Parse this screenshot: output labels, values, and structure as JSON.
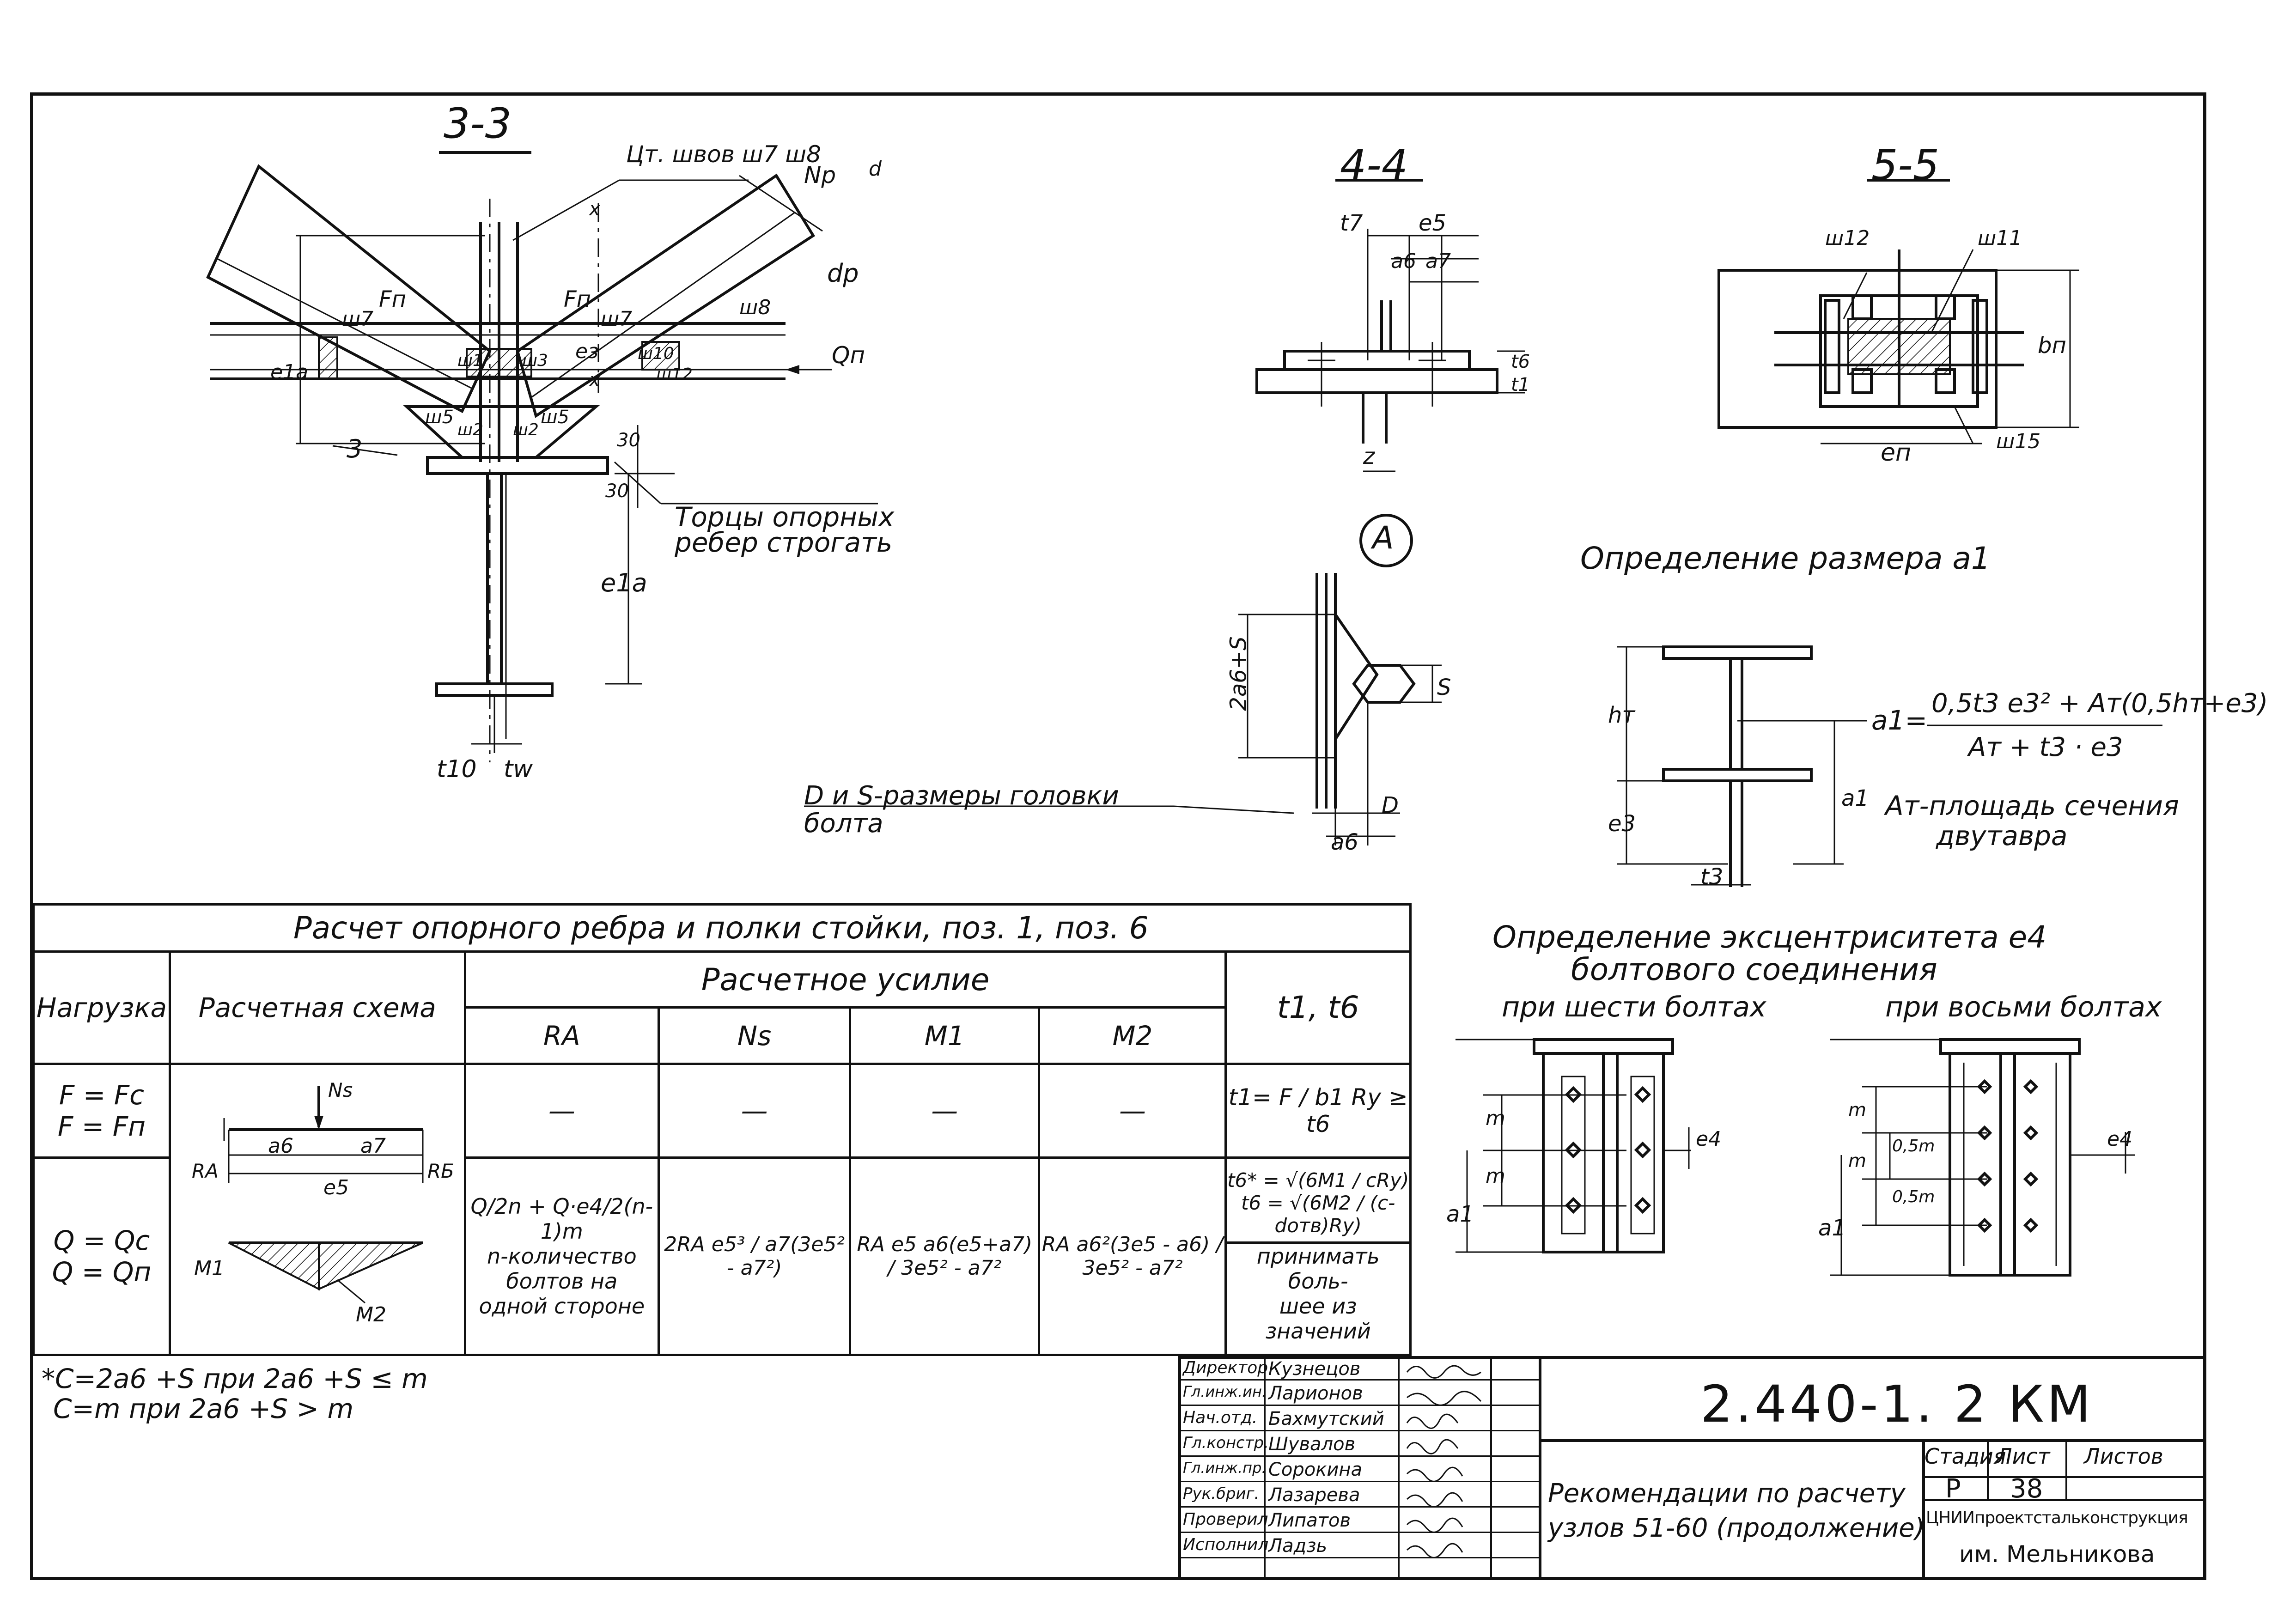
{
  "sections": {
    "s33": {
      "title": "3-3",
      "labels": [
        "Цт. швов ш7 ш8",
        "Nр",
        "d",
        "dр",
        "Fп",
        "Fп",
        "ш7",
        "ш7",
        "ш8",
        "Qп",
        "eз",
        "x",
        "x",
        "ш1",
        "ш3",
        "ш10",
        "ш12",
        "ш5",
        "ш5",
        "ш2",
        "ш2",
        "3",
        "30",
        "30",
        "e1а",
        "e1а",
        "t10",
        "tw"
      ],
      "note": [
        "Торцы опорных",
        "ребер строгать"
      ]
    },
    "s44": {
      "title": "4-4",
      "labels": [
        "t7",
        "e5",
        "a6",
        "a7",
        "t6",
        "t1",
        "z"
      ]
    },
    "s55": {
      "title": "5-5",
      "labels": [
        "ш12",
        "ш11",
        "bп",
        "eп",
        "ш15"
      ]
    },
    "detailA": {
      "title": "A",
      "labels": [
        "2a6+S",
        "S",
        "D",
        "a6"
      ],
      "note": [
        "D и S-размеры головки",
        "болта"
      ]
    }
  },
  "a1_block": {
    "title": "Определение размера a1",
    "labels": [
      "hт",
      "e3",
      "a1",
      "t3"
    ],
    "formula_lhs": "a1=",
    "formula_num": "0,5t3 e3² + Aт(0,5hт+e3)",
    "formula_den": "Aт + t3 · e3",
    "note": [
      "Aт-площадь сечения",
      "двутавра"
    ]
  },
  "ecc_block": {
    "title": [
      "Определение эксцентриситета e4",
      "болтового соединения"
    ],
    "six": "при шести болтах",
    "eight": "при восьми болтах",
    "labels_six": [
      "m",
      "m",
      "a1",
      "e4"
    ],
    "labels_eight": [
      "m",
      "0,5m",
      "0,5m",
      "m",
      "a1",
      "e4"
    ]
  },
  "calc_table": {
    "title": "Расчет опорного ребра и полки стойки, поз. 1, поз. 6",
    "h_load": "Нагрузка",
    "h_scheme": "Расчетная схема",
    "h_force": "Расчетное усилие",
    "h_t": "t1, t6",
    "cols": [
      "RA",
      "Ns",
      "M1",
      "M2"
    ],
    "load1": [
      "F = Fc",
      "F = Fп"
    ],
    "load2": [
      "Q = Qc",
      "Q = Qп"
    ],
    "scheme_labels": [
      "Ns",
      "a6",
      "a7",
      "RA",
      "RБ",
      "e5",
      "M1",
      "M2"
    ],
    "dash": "—",
    "t_formula1": "t1= F / b1 Ry ≥ t6",
    "ra_formula": "Q/2n + Q·e4/2(n-1)m",
    "ra_note": [
      "n-количество",
      "болтов на",
      "одной стороне"
    ],
    "ns_formula": "2RA e5³ / a7(3e5² - a7²)",
    "m1_formula": "RA e5 a6(e5+a7) / 3e5² - a7²",
    "m2_formula": "RA a6²(3e5 - a6) / 3e5² - a7²",
    "t_formula2": "t6* = √(6M1 / cRy)",
    "t_formula3": "t6 = √(6M2 / (c-dотв)Ry)",
    "t_note": [
      "принимать боль-",
      "шее из значений"
    ]
  },
  "footnote": [
    "*C=2a6 +S  при 2a6 +S ≤ m",
    "C=m      при 2a6 +S > m"
  ],
  "title_block": {
    "code": "2.440-1. 2 КМ",
    "subject": [
      "Рекомендации по расчету",
      "узлов 51-60 (продолжение)"
    ],
    "stage_h": "Стадия",
    "sheet_h": "Лист",
    "sheets_h": "Листов",
    "stage": "Р",
    "sheet": "38",
    "sheets": "",
    "org": [
      "ЦНИИпроектстальконструкция",
      "им. Мельникова"
    ],
    "people": [
      {
        "role": "Директор",
        "name": "Кузнецов"
      },
      {
        "role": "Гл.инж.ин.",
        "name": "Ларионов"
      },
      {
        "role": "Нач.отд.",
        "name": "Бахмутский"
      },
      {
        "role": "Гл.констр.",
        "name": "Шувалов"
      },
      {
        "role": "Гл.инж.пр.",
        "name": "Сорокина"
      },
      {
        "role": "Рук.бриг.",
        "name": "Лазарева"
      },
      {
        "role": "Проверил",
        "name": "Липатов"
      },
      {
        "role": "Исполнил",
        "name": "Ладзь"
      }
    ]
  }
}
